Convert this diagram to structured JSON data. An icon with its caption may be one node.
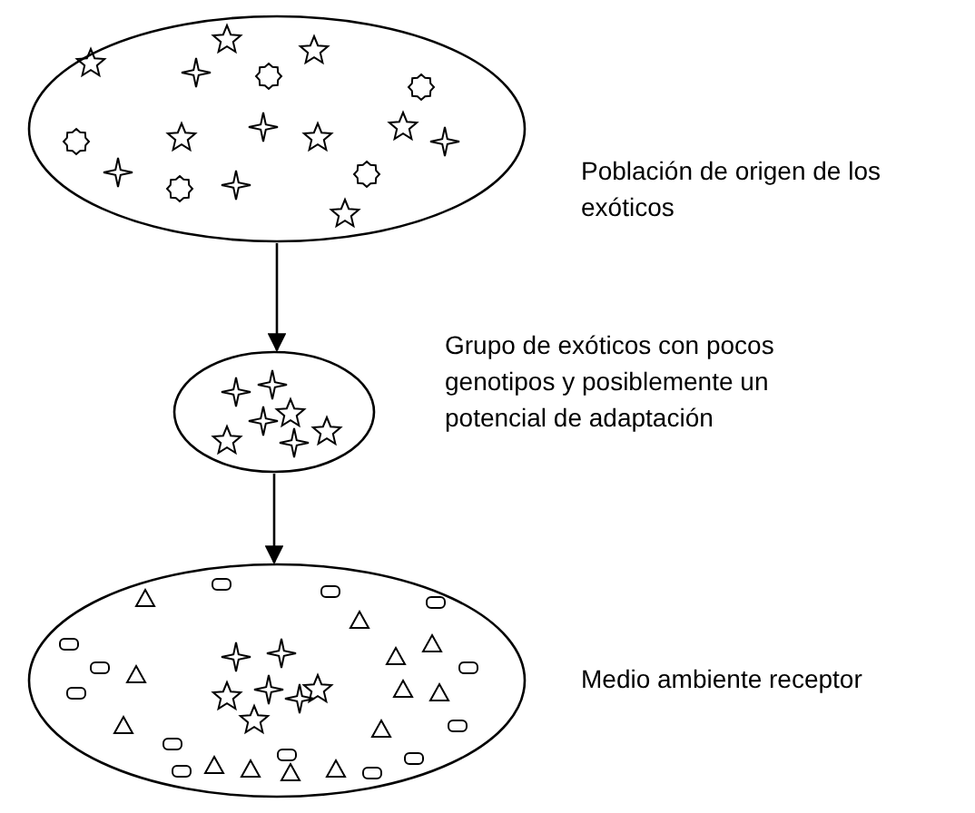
{
  "diagram": {
    "nodes": [
      {
        "text": [],
        "shape": "ellipse",
        "beside": [
          "Población de origen de los exóticos"
        ]
      },
      {
        "text": [],
        "shape": "ellipse",
        "beside": [
          "Grupo de exóticos con pocos genotipos y posiblemente un potencial de adaptación"
        ]
      },
      {
        "text": [],
        "shape": "ellipse",
        "beside": [
          "Medio ambiente receptor"
        ]
      }
    ],
    "edges": [
      {
        "from": 0,
        "to": 1,
        "arrow": "to"
      },
      {
        "from": 1,
        "to": 2,
        "arrow": "to"
      }
    ]
  }
}
